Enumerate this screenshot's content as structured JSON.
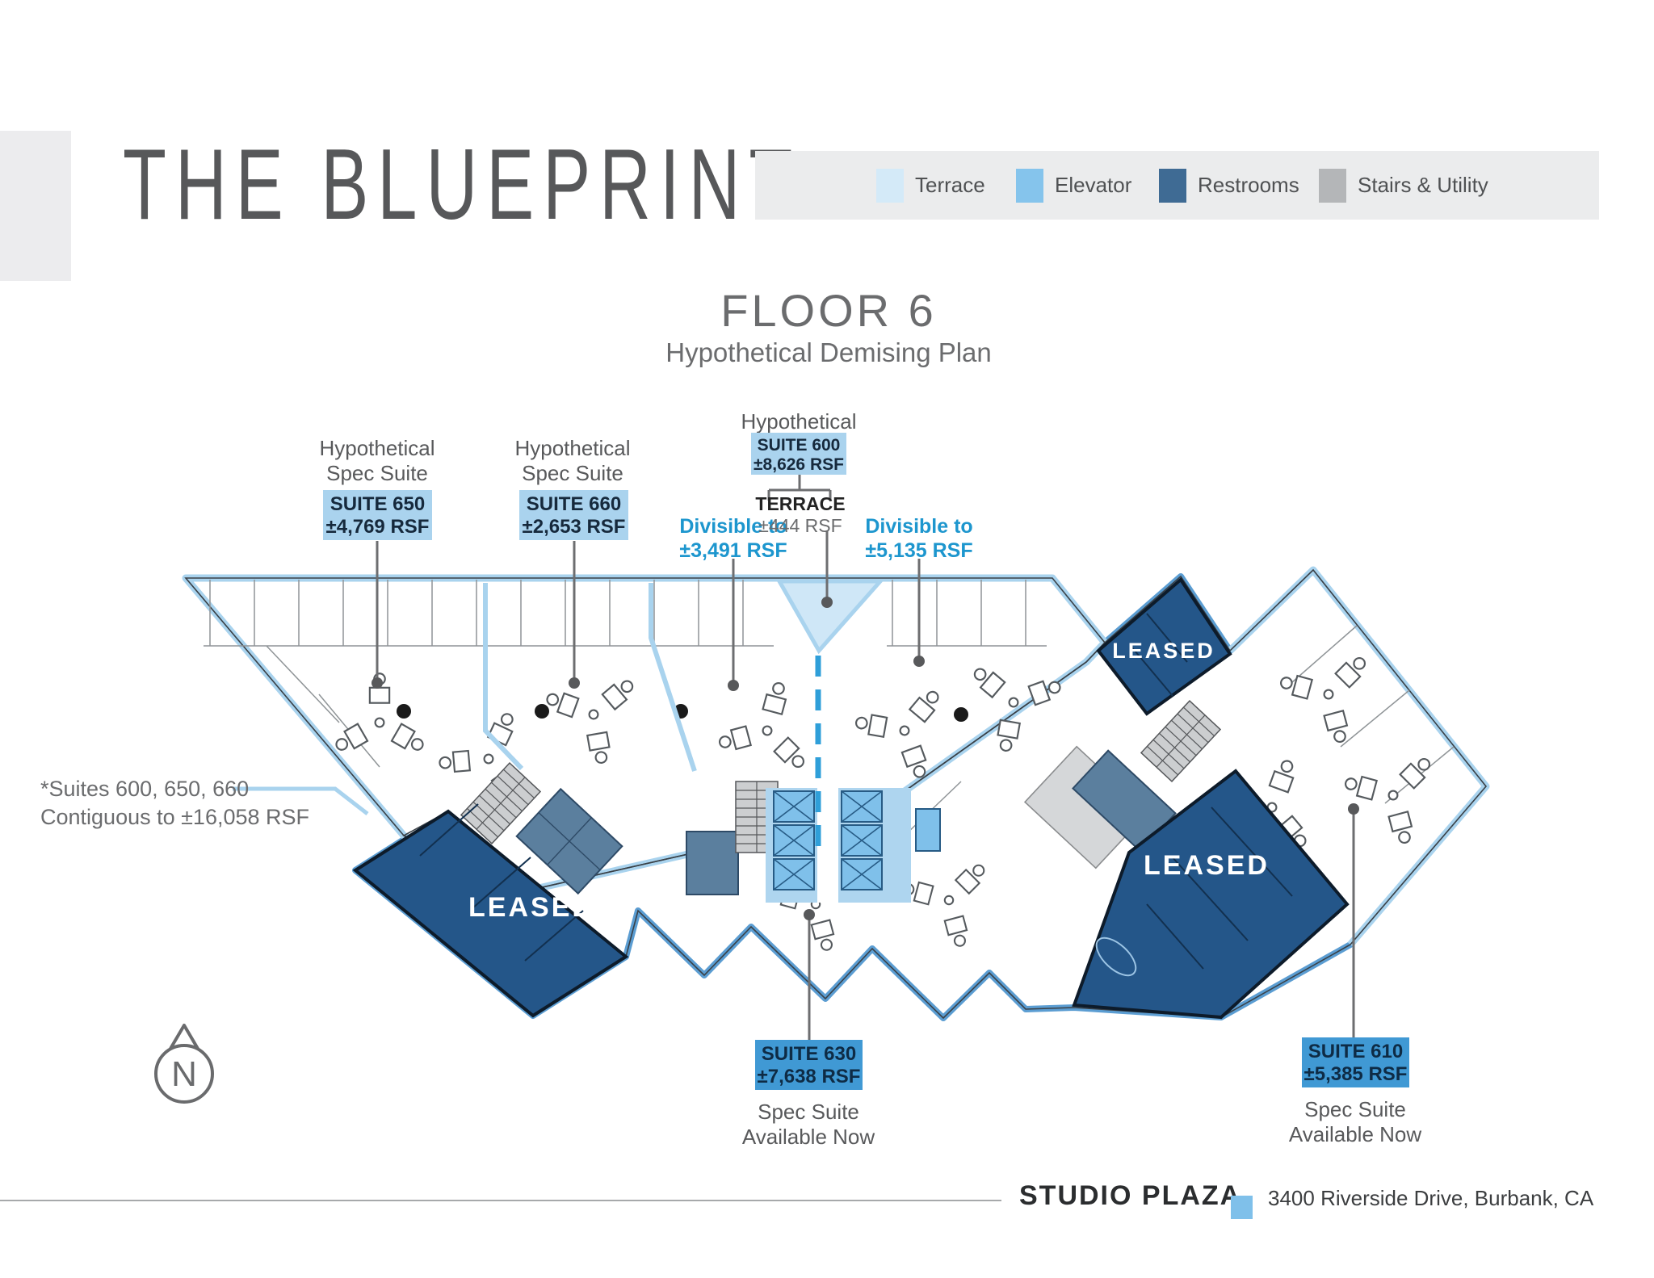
{
  "header": {
    "title": "THE BLUEPRINT"
  },
  "legend": {
    "items": [
      {
        "label": "Terrace",
        "color": "#d4eaf8"
      },
      {
        "label": "Elevator",
        "color": "#85c4ec"
      },
      {
        "label": "Restrooms",
        "color": "#3f6b94"
      },
      {
        "label": "Stairs & Utility",
        "color": "#b4b6b8"
      }
    ]
  },
  "title": {
    "floor": "FLOOR 6",
    "subtitle": "Hypothetical Demising Plan"
  },
  "annotations": {
    "hypothetical_spec": {
      "line1": "Hypothetical",
      "line2": "Spec Suite"
    },
    "hypothetical": "Hypothetical",
    "divisible_left": {
      "line1": "Divisible to",
      "line2": "±3,491 RSF"
    },
    "divisible_right": {
      "line1": "Divisible to",
      "line2": "±5,135 RSF"
    },
    "contiguous": {
      "line1": "*Suites 600, 650, 660",
      "line2": "Contiguous to ±16,058 RSF"
    },
    "leased": "LEASED",
    "available": {
      "line1": "Spec Suite",
      "line2": "Available Now"
    }
  },
  "suites": {
    "s650": {
      "name": "SUITE 650",
      "rsf": "±4,769 RSF"
    },
    "s660": {
      "name": "SUITE 660",
      "rsf": "±2,653 RSF"
    },
    "s600": {
      "name": "SUITE 600",
      "rsf": "±8,626 RSF"
    },
    "s630": {
      "name": "SUITE 630",
      "rsf": "±7,638 RSF"
    },
    "s610": {
      "name": "SUITE 610",
      "rsf": "±5,385 RSF"
    },
    "terrace": {
      "name": "TERRACE",
      "rsf": "±444 RSF"
    }
  },
  "compass": {
    "label": "N"
  },
  "footer": {
    "building": "STUDIO PLAZA",
    "address": "3400 Riverside Drive, Burbank, CA"
  }
}
